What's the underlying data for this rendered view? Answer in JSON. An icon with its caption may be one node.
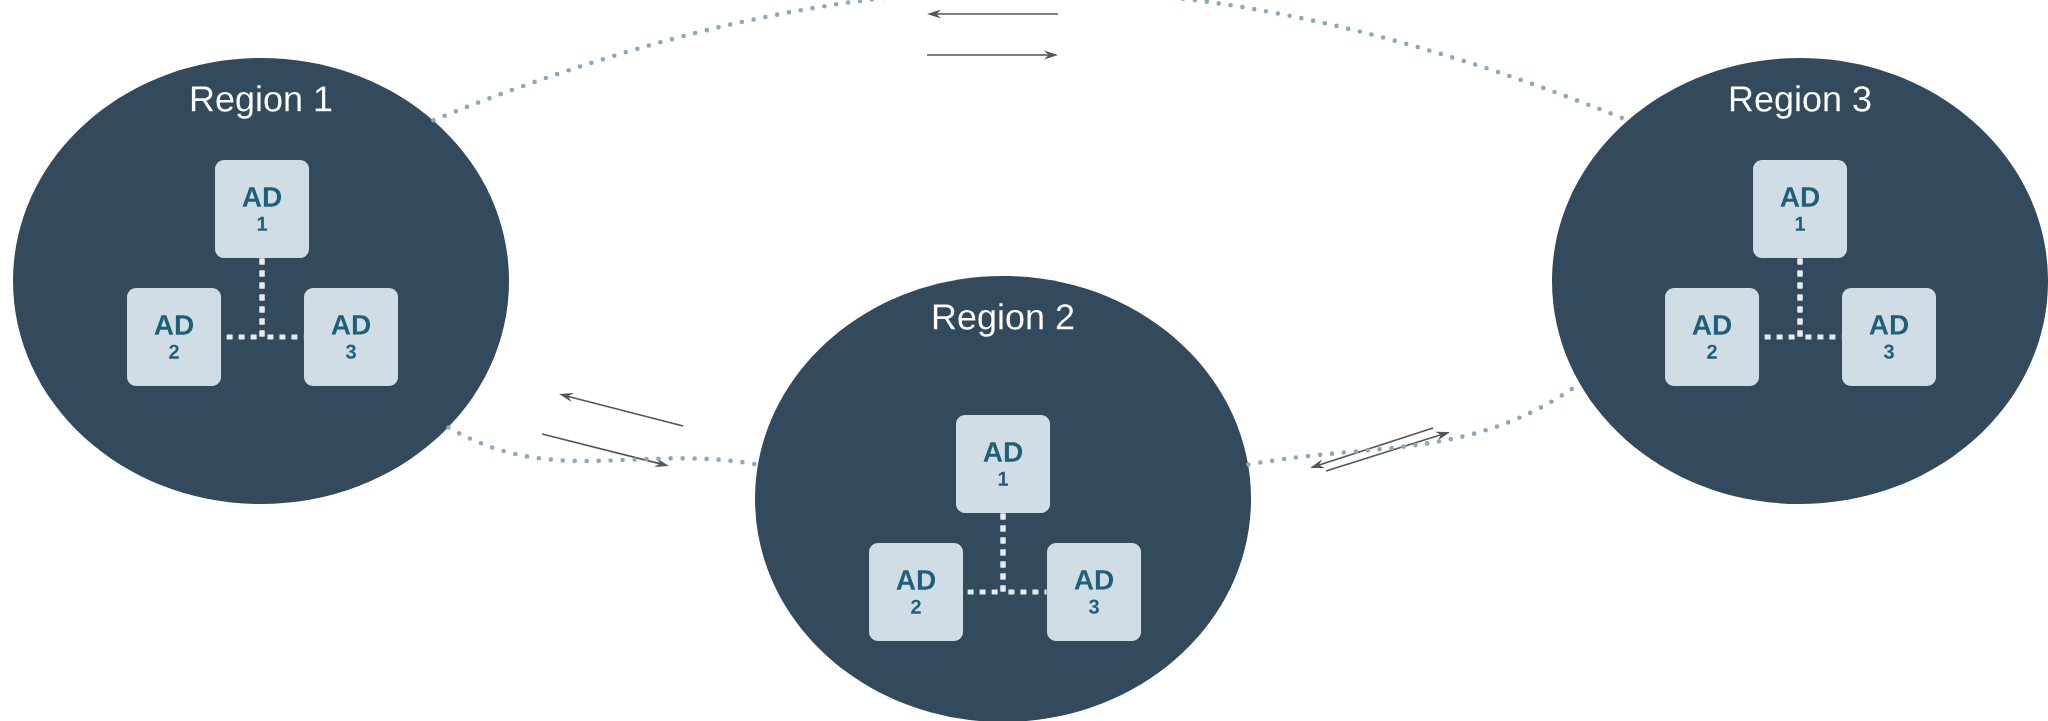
{
  "diagram": {
    "nodes": [
      {
        "text": [
          "Region 1"
        ]
      },
      {
        "text": [
          "AD",
          "1"
        ],
        "in": 0
      },
      {
        "text": [
          "AD",
          "2"
        ],
        "in": 0
      },
      {
        "text": [
          "AD",
          "3"
        ],
        "in": 0
      },
      {
        "text": [
          "Region 2"
        ]
      },
      {
        "text": [
          "AD",
          "1"
        ],
        "in": 4
      },
      {
        "text": [
          "AD",
          "2"
        ],
        "in": 4
      },
      {
        "text": [
          "AD",
          "3"
        ],
        "in": 4
      },
      {
        "text": [
          "Region 3"
        ]
      },
      {
        "text": [
          "AD",
          "1"
        ],
        "in": 8
      },
      {
        "text": [
          "AD",
          "2"
        ],
        "in": 8
      },
      {
        "text": [
          "AD",
          "3"
        ],
        "in": 8
      }
    ],
    "edges": [
      {
        "from": 1,
        "to": 2,
        "arrow": "none",
        "style": "dashed",
        "color": "#e6edf2"
      },
      {
        "from": 1,
        "to": 3,
        "arrow": "none",
        "style": "dashed",
        "color": "#e6edf2"
      },
      {
        "from": 5,
        "to": 6,
        "arrow": "none",
        "style": "dashed",
        "color": "#e6edf2"
      },
      {
        "from": 5,
        "to": 7,
        "arrow": "none",
        "style": "dashed",
        "color": "#e6edf2"
      },
      {
        "from": 9,
        "to": 10,
        "arrow": "none",
        "style": "dashed",
        "color": "#e6edf2"
      },
      {
        "from": 9,
        "to": 11,
        "arrow": "none",
        "style": "dashed",
        "color": "#e6edf2"
      },
      {
        "from": 0,
        "to": 8,
        "arrow": "none",
        "style": "dashed",
        "color": "#8aa9ba"
      },
      {
        "from": 0,
        "to": 4,
        "arrow": "none",
        "style": "dashed",
        "color": "#8aa9ba"
      },
      {
        "from": 4,
        "to": 8,
        "arrow": "none",
        "style": "dashed",
        "color": "#8aa9ba"
      }
    ]
  }
}
